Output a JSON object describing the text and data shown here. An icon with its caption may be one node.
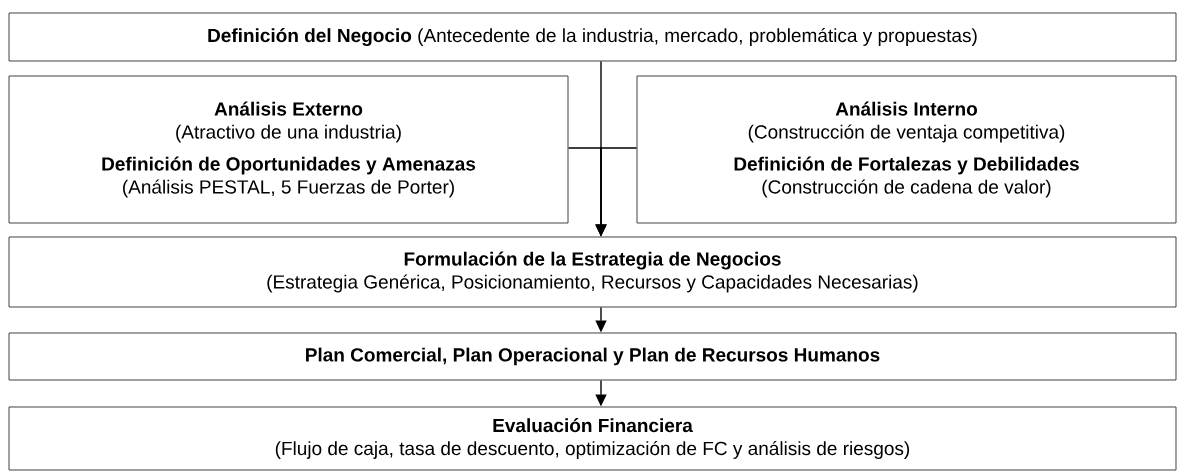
{
  "diagram": {
    "nodes": [
      {
        "text": [
          "Definición del Negocio",
          "(Antecedente de la industria, mercado, problemática y propuestas)"
        ]
      },
      {
        "text": [
          "Análisis Externo",
          "(Atractivo de una industria)",
          "Definición de Oportunidades y Amenazas",
          "(Análisis PESTAL, 5 Fuerzas de Porter)"
        ]
      },
      {
        "text": [
          "Análisis Interno",
          "(Construcción de ventaja competitiva)",
          "Definición de Fortalezas y Debilidades",
          "(Construcción de cadena de valor)"
        ]
      },
      {
        "text": [
          "Formulación de la Estrategia de Negocios",
          "(Estrategia Genérica, Posicionamiento, Recursos y Capacidades Necesarias)"
        ]
      },
      {
        "text": [
          "Plan Comercial, Plan Operacional y Plan de Recursos Humanos"
        ]
      },
      {
        "text": [
          "Evaluación Financiera",
          "(Flujo de caja, tasa de descuento, optimización de FC y análisis de riesgos)"
        ]
      }
    ],
    "edges": [
      {
        "from": 0,
        "to": 3,
        "arrow": "to"
      },
      {
        "from": 1,
        "to": 3,
        "arrow": "to"
      },
      {
        "from": 2,
        "to": 3,
        "arrow": "to"
      },
      {
        "from": 3,
        "to": 4,
        "arrow": "to"
      },
      {
        "from": 4,
        "to": 5,
        "arrow": "to"
      }
    ]
  }
}
